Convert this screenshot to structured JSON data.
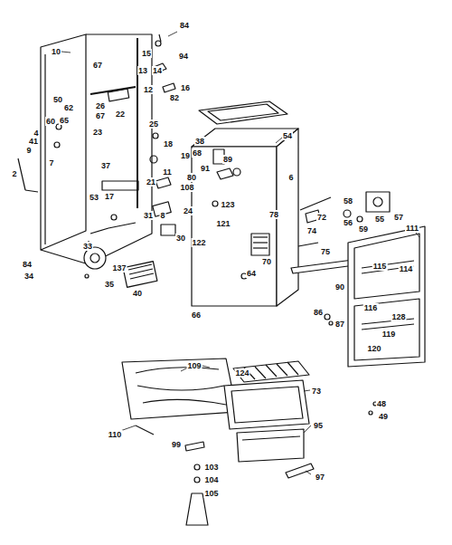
{
  "diagram": {
    "labels": [
      "84",
      "10",
      "15",
      "94",
      "67",
      "13",
      "14",
      "16",
      "12",
      "82",
      "50",
      "62",
      "26",
      "67",
      "22",
      "60",
      "65",
      "23",
      "25",
      "4",
      "41",
      "9",
      "7",
      "2",
      "37",
      "18",
      "19",
      "38",
      "68",
      "91",
      "80",
      "89",
      "54",
      "6",
      "11",
      "21",
      "108",
      "53",
      "17",
      "24",
      "8",
      "31",
      "30",
      "33",
      "84",
      "34",
      "137",
      "35",
      "40",
      "122",
      "123",
      "121",
      "78",
      "72",
      "74",
      "70",
      "64",
      "66",
      "75",
      "90",
      "58",
      "56",
      "55",
      "57",
      "59",
      "111",
      "115",
      "114",
      "116",
      "128",
      "119",
      "120",
      "86",
      "87",
      "109",
      "124",
      "110",
      "73",
      "48",
      "49",
      "95",
      "99",
      "97",
      "103",
      "104",
      "105"
    ]
  }
}
